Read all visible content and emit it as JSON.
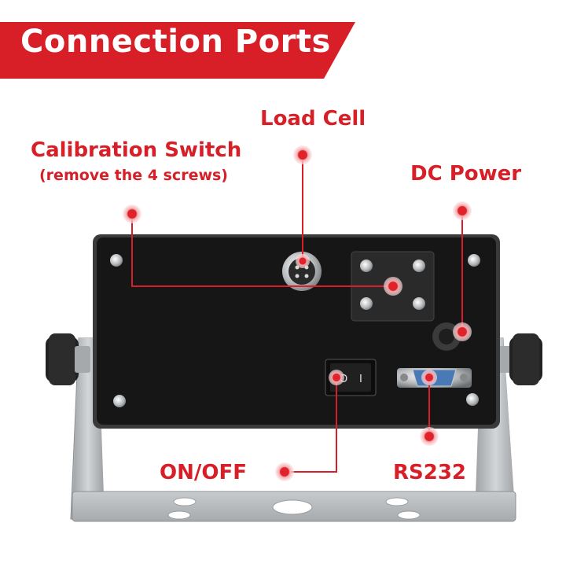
{
  "banner": {
    "title": "Connection Ports",
    "color": "#d81e26"
  },
  "callouts": {
    "load_cell": "Load Cell",
    "calibration_switch": "Calibration Switch",
    "calibration_note": "(remove the 4 screws)",
    "dc_power": "DC Power",
    "on_off": "ON/OFF",
    "rs232": "RS232"
  },
  "switch": {
    "off_symbol": "O",
    "on_symbol": "I"
  },
  "colors": {
    "accent": "#d81e26",
    "panel": "#1a1a1a",
    "bracket": "#b9bcbf"
  }
}
